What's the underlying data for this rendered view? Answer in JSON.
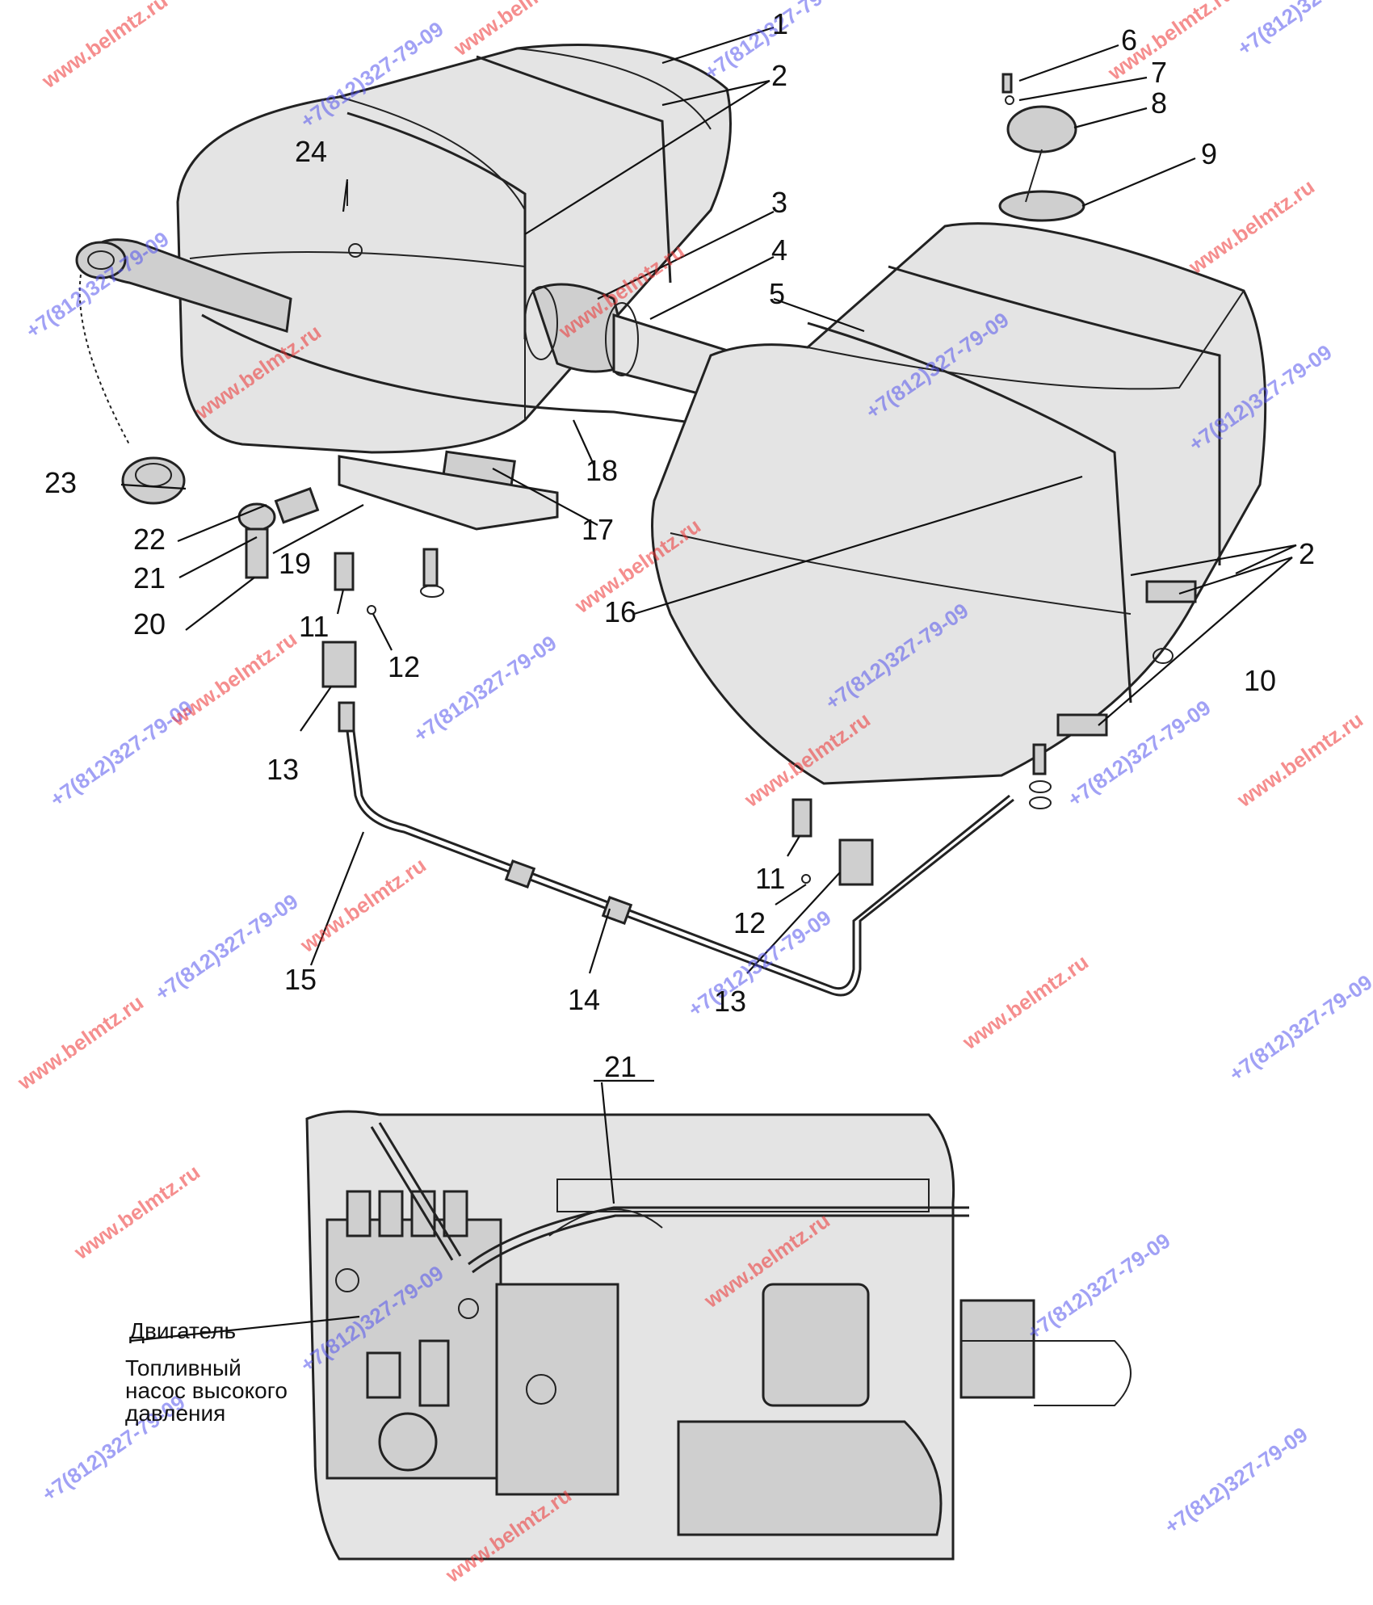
{
  "callouts": [
    {
      "id": "c1",
      "text": "1"
    },
    {
      "id": "c2a",
      "text": "2"
    },
    {
      "id": "c2b",
      "text": "2"
    },
    {
      "id": "c3",
      "text": "3"
    },
    {
      "id": "c4",
      "text": "4"
    },
    {
      "id": "c5",
      "text": "5"
    },
    {
      "id": "c6",
      "text": "6"
    },
    {
      "id": "c7",
      "text": "7"
    },
    {
      "id": "c8",
      "text": "8"
    },
    {
      "id": "c9",
      "text": "9"
    },
    {
      "id": "c10",
      "text": "10"
    },
    {
      "id": "c11a",
      "text": "11"
    },
    {
      "id": "c11b",
      "text": "11"
    },
    {
      "id": "c12a",
      "text": "12"
    },
    {
      "id": "c12b",
      "text": "12"
    },
    {
      "id": "c13a",
      "text": "13"
    },
    {
      "id": "c13b",
      "text": "13"
    },
    {
      "id": "c14",
      "text": "14"
    },
    {
      "id": "c15",
      "text": "15"
    },
    {
      "id": "c16",
      "text": "16"
    },
    {
      "id": "c17",
      "text": "17"
    },
    {
      "id": "c18",
      "text": "18"
    },
    {
      "id": "c19",
      "text": "19"
    },
    {
      "id": "c20",
      "text": "20"
    },
    {
      "id": "c21a",
      "text": "21"
    },
    {
      "id": "c21b",
      "text": "21"
    },
    {
      "id": "c22",
      "text": "22"
    },
    {
      "id": "c23",
      "text": "23"
    },
    {
      "id": "c24",
      "text": "24"
    }
  ],
  "labels": {
    "engine": "Двигатель",
    "pump_line1": "Топливный",
    "pump_line2": "насос высокого",
    "pump_line3": "давления"
  },
  "watermarks": {
    "site": "www.belmtz.ru",
    "phone": "+7(812)327-79-09"
  },
  "colors": {
    "watermark_site": "#e33333",
    "watermark_phone": "#5555ee"
  }
}
